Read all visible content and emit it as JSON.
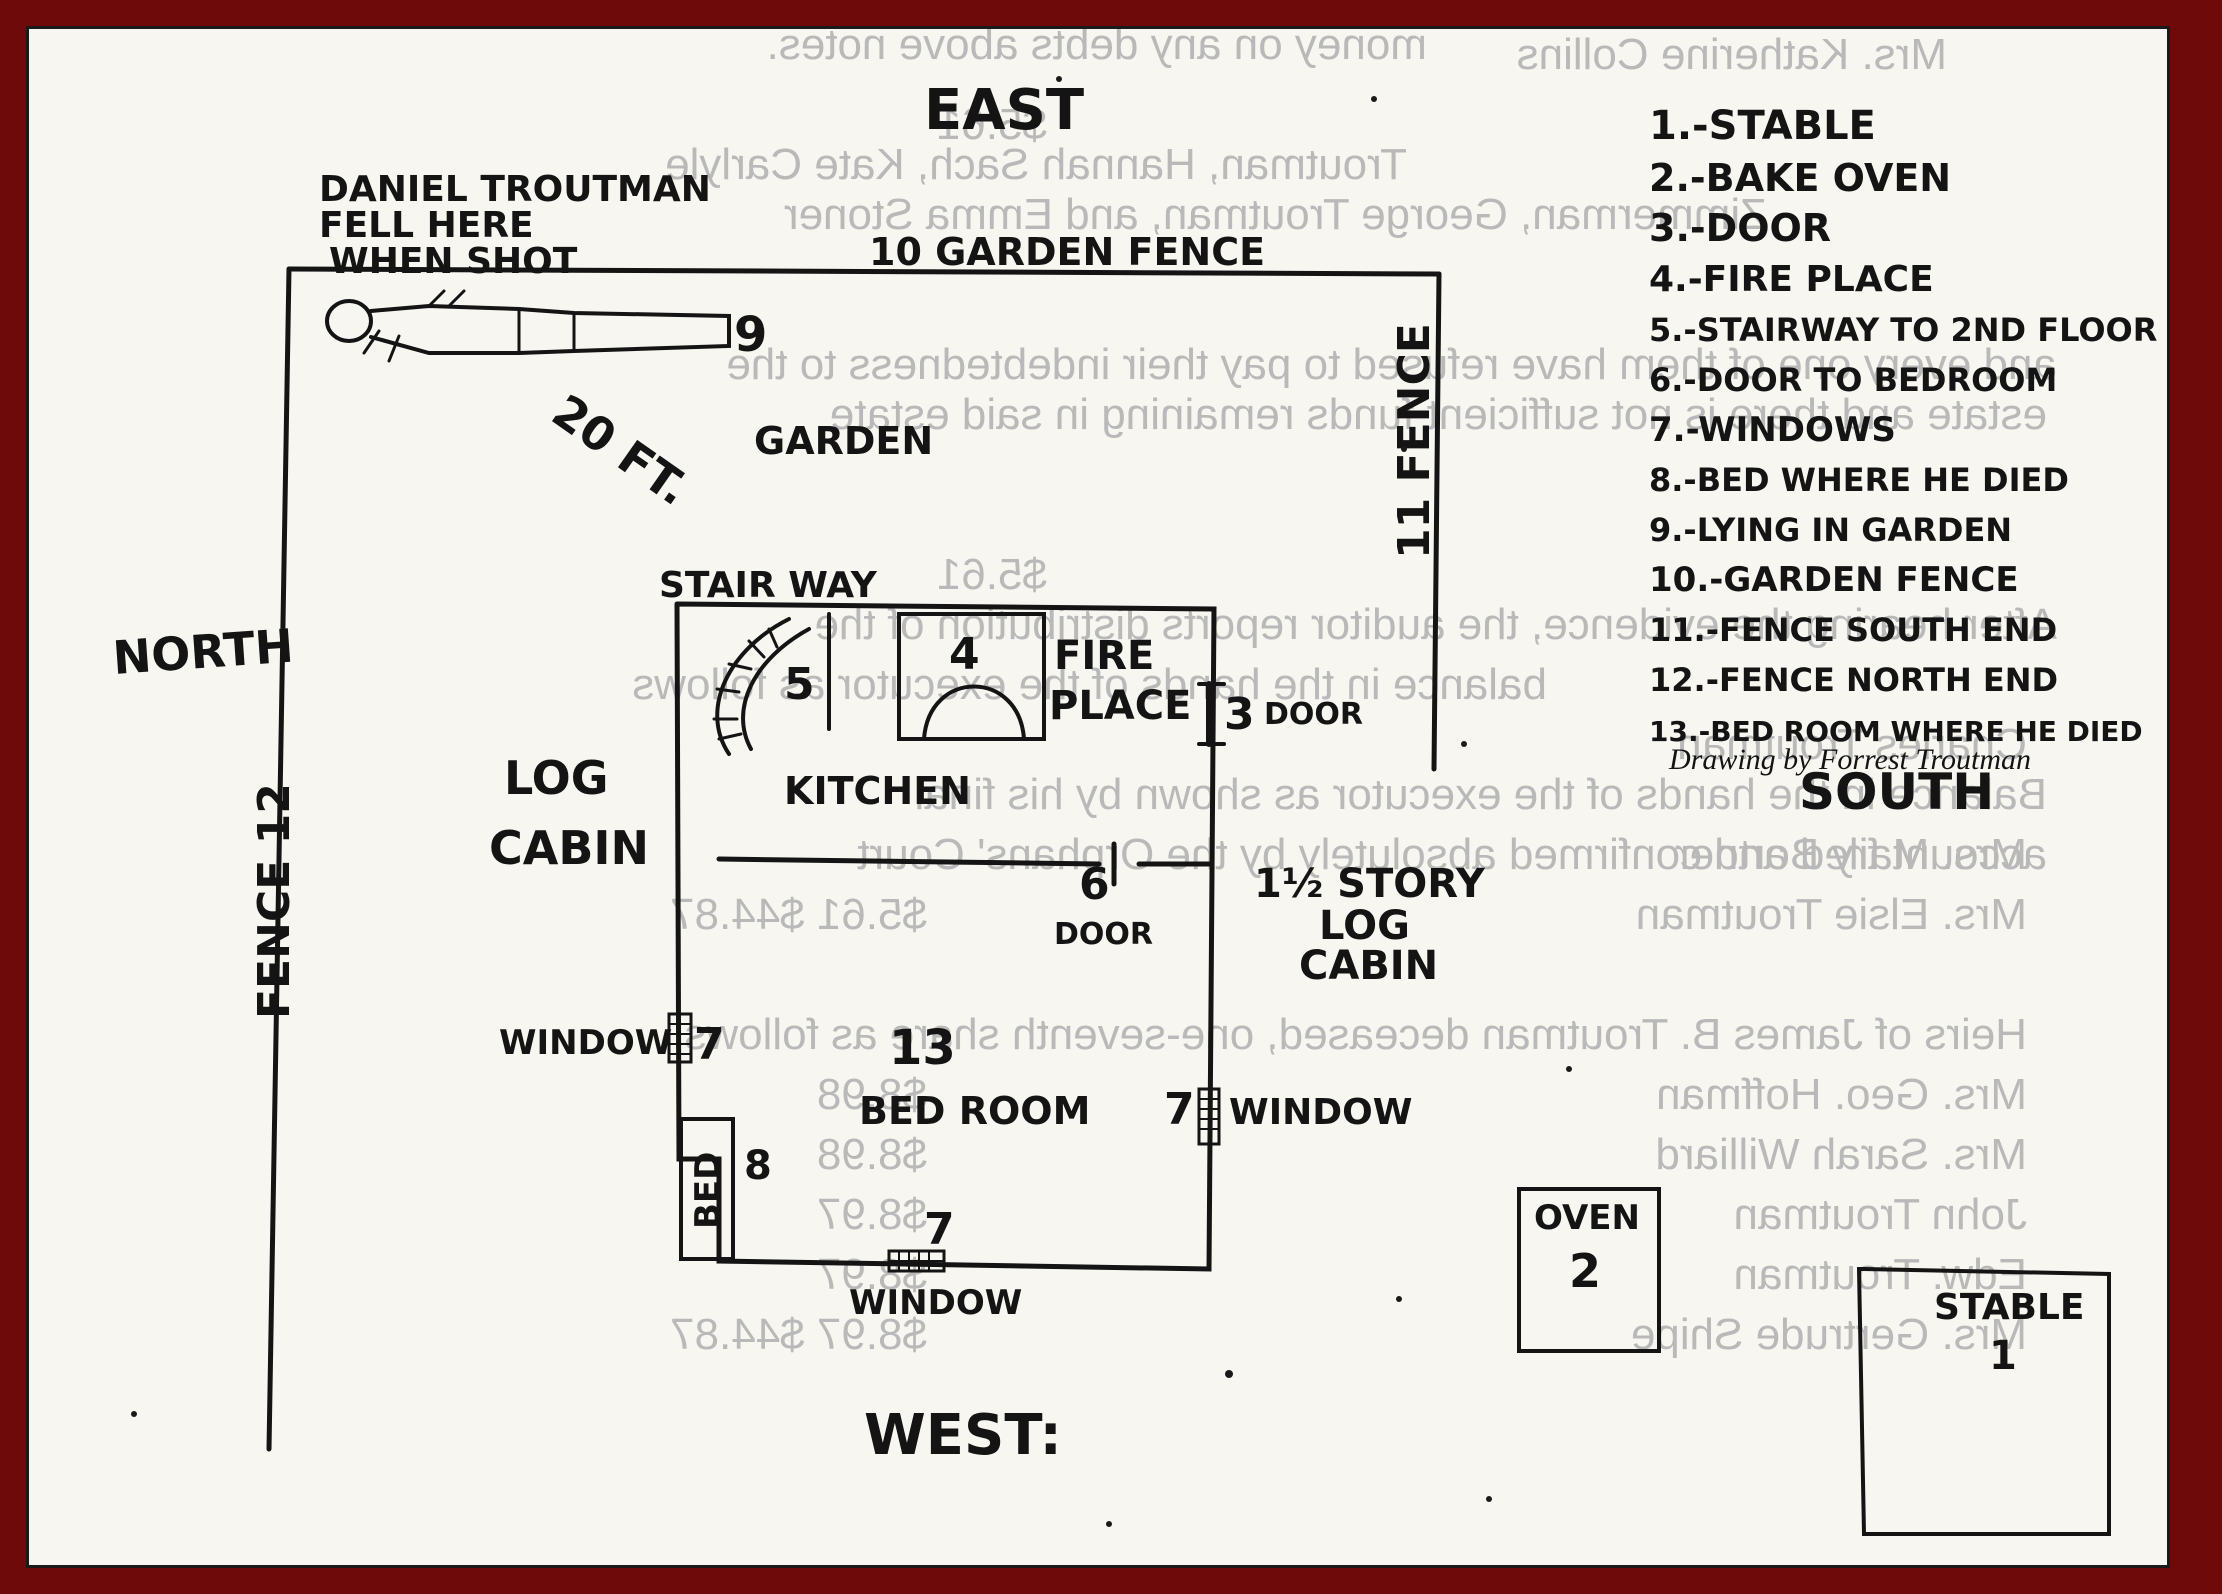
{
  "compass": {
    "east": "EAST",
    "west": "WEST:",
    "north": "NORTH",
    "south": "SOUTH"
  },
  "labels": {
    "daniel_line1": "DANIEL TROUTMAN",
    "daniel_line2": "FELL HERE",
    "daniel_line3": "WHEN SHOT",
    "garden_fence": "10  GARDEN FENCE",
    "num_9": "9",
    "garden": "GARDEN",
    "distance": "20 FT.",
    "fence_11": "11 FENCE",
    "fence_12": "FENCE 12",
    "stairway": "STAIR WAY",
    "num_5": "5",
    "num_4": "4",
    "fire": "FIRE",
    "place": "PLACE",
    "num_3": "3",
    "door": "DOOR",
    "log": "LOG",
    "cabin": "CABIN",
    "kitchen": "KITCHEN",
    "num_6": "6",
    "door_6": "DOOR",
    "story_line1": "1½ STORY",
    "story_line2": "LOG",
    "story_line3": "CABIN",
    "window_left": "WINDOW",
    "num_7a": "7",
    "num_13": "13",
    "bedroom": "BED ROOM",
    "num_7b": "7",
    "window_right": "WINDOW",
    "bed": "BED",
    "num_8": "8",
    "num_7c": "7",
    "window_bottom": "WINDOW",
    "oven": "OVEN",
    "num_2": "2",
    "stable": "STABLE",
    "num_1": "1"
  },
  "legend": {
    "items": [
      "1.-STABLE",
      "2.-BAKE OVEN",
      "3.-DOOR",
      "4.-FIRE PLACE",
      "5.-STAIRWAY TO 2ND FLOOR",
      "6.-DOOR TO BEDROOM",
      "7.-WINDOWS",
      "8.-BED WHERE HE DIED",
      "9.-LYING IN GARDEN",
      "10.-GARDEN FENCE",
      "11.-FENCE SOUTH END",
      "12.-FENCE NORTH END",
      "13.-BED ROOM WHERE HE DIED"
    ],
    "credit": "Drawing by Forrest Troutman"
  },
  "bleed_through": [
    "money on any debts above notes.",
    "Mrs. Katherine Collins",
    "$5.61",
    "Zimmerman, George Troutman, and Emma Stoner",
    "Troutman, Hannah Sach, Kate Carlyle",
    "and every one of them have refused to pay their indebtedness to the",
    "estate and there is not sufficient funds remaining in said estate",
    "$5.61",
    "After hearing the evidence, the auditor reports distribution of the",
    "balance in the hands of the executor as follows",
    "Charles Troutman",
    "Balance in the hands of the executor as shown by his final",
    "account filed and confirmed absolutely by the Orphans' Court",
    "Mrs. Mary Bortner",
    "Mrs. Elsie Troutman",
    "$5.61    $44.87",
    "Heirs of James B. Troutman deceased, one-seventh share as follows:",
    "Mrs. Geo. Hoffman",
    "$8.98",
    "Mrs. Sarah Williard",
    "$8.98",
    "John Troutman",
    "$8.97",
    "Edw. Troutman",
    "$8.97",
    "Mrs. Gertrude Shipe",
    "$8.97    $44.87"
  ]
}
